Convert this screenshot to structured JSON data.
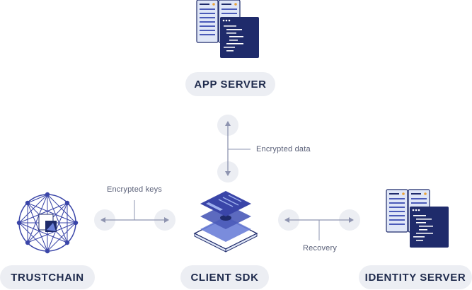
{
  "nodes": {
    "app_server": "APP SERVER",
    "client_sdk": "CLIENT SDK",
    "trustchain": "TRUSTCHAIN",
    "identity_server": "IDENTITY SERVER"
  },
  "edges": {
    "app_client": "Encrypted data",
    "trustchain_client": "Encrypted keys",
    "client_identity": "Recovery"
  },
  "icons": {
    "app_server": "server-rack-icon",
    "client_sdk": "layered-sdk-icon",
    "trustchain": "network-graph-icon",
    "identity_server": "server-rack-icon"
  },
  "colors": {
    "accent": "#3a45a8",
    "navy": "#1f2b6b",
    "pill_bg": "#eceef3",
    "text": "#1f2b4d",
    "arrow": "#8e94b0",
    "circle": "#eceef3"
  }
}
